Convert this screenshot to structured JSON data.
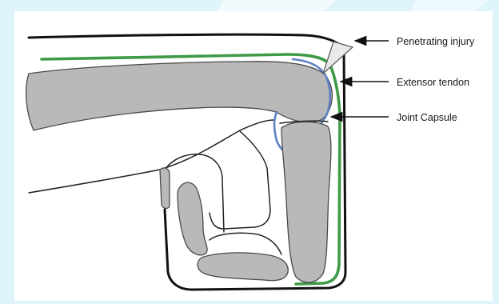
{
  "labels": {
    "penetrating_injury": "Penetrating injury",
    "extensor_tendon": "Extensor tendon",
    "joint_capsule": "Joint Capsule"
  },
  "colors": {
    "background": "#dff4fa",
    "bone_fill": "#b9b9b9",
    "extensor_tendon": "#3f9a48",
    "joint_capsule": "#5d7fc2",
    "outline": "#111111"
  }
}
